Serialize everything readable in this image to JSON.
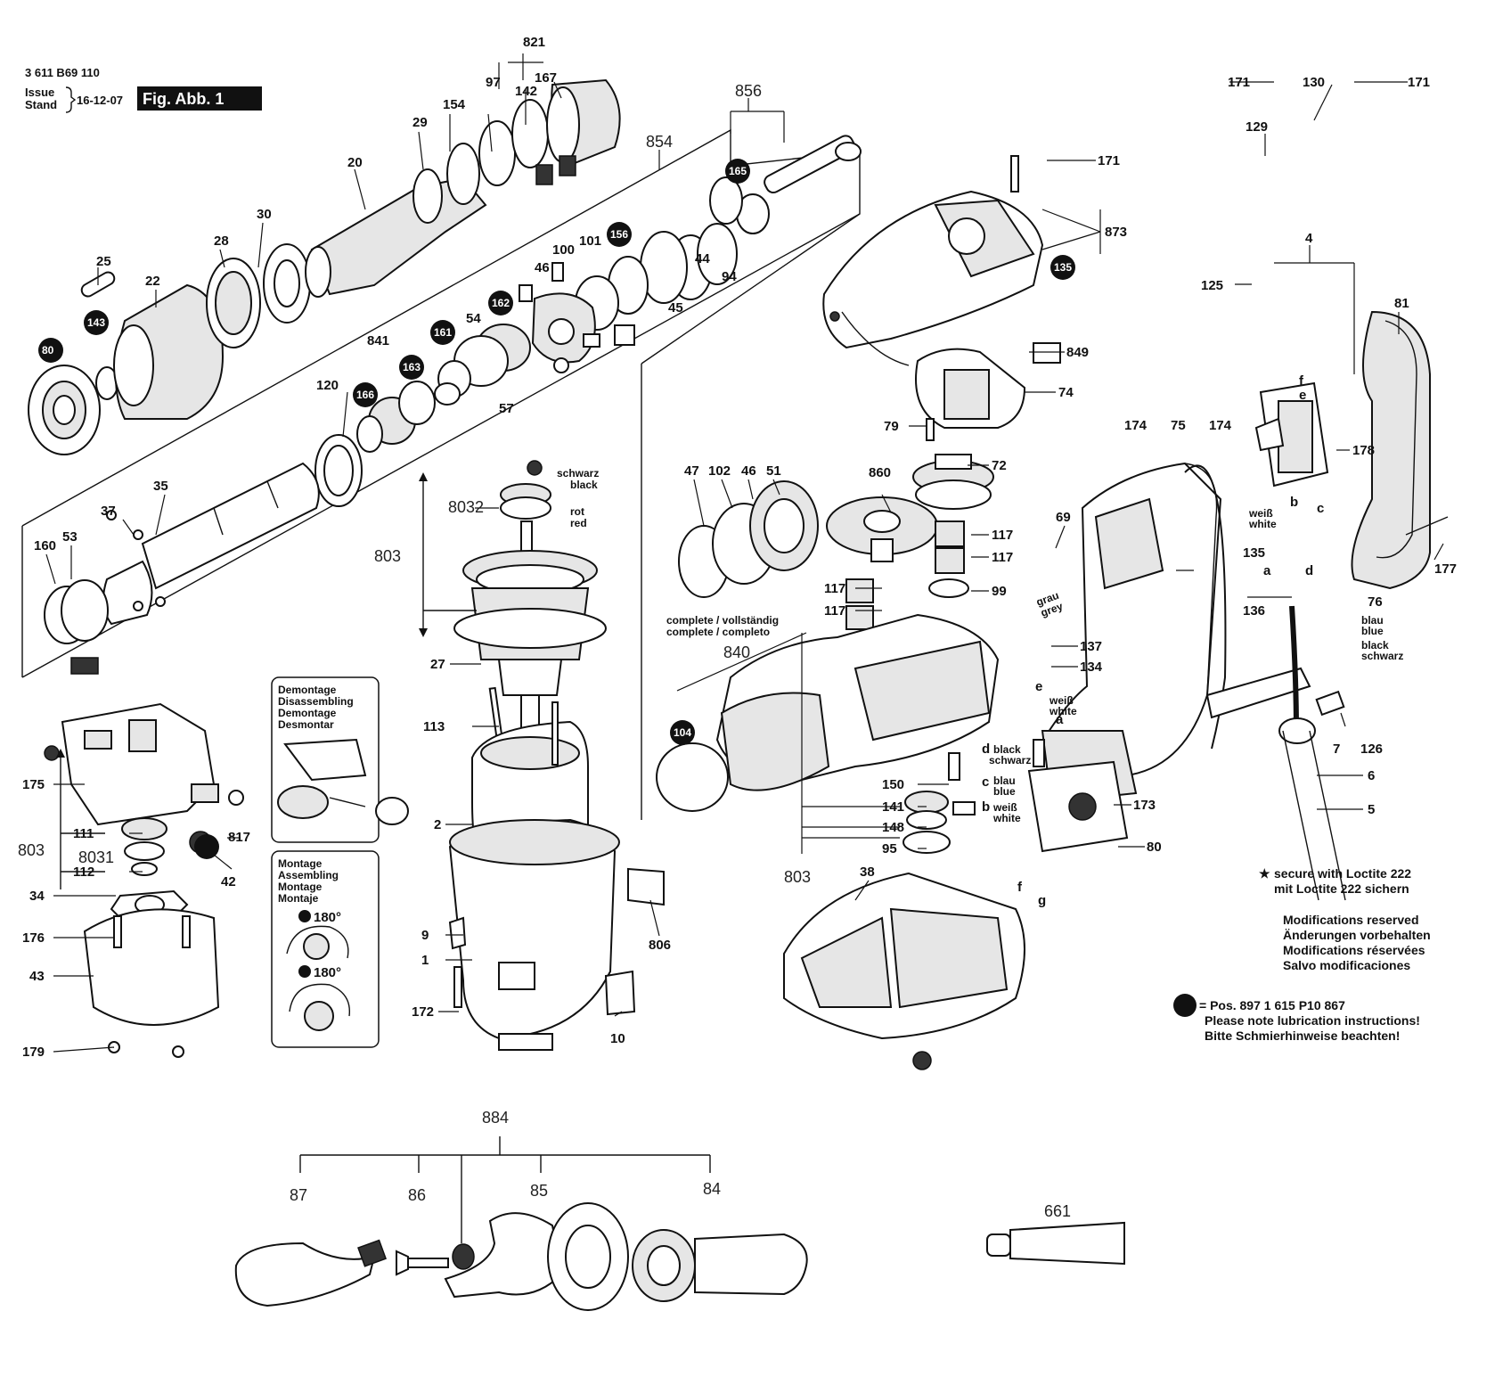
{
  "header": {
    "doc_number": "3 611 B69 110",
    "issue_label_1": "Issue",
    "issue_label_2": "Stand",
    "issue_date": "16-12-07",
    "fig_label": "Fig. Abb. 1"
  },
  "labels": {
    "p821": "821",
    "p167": "167",
    "p97": "97",
    "p142": "142",
    "p154": "154",
    "p29": "29",
    "p20": "20",
    "p30": "30",
    "p28": "28",
    "p25": "25",
    "p22": "22",
    "p143": "143",
    "p80": "80",
    "p856": "856",
    "p854": "854",
    "p165": "165",
    "p156": "156",
    "p100": "100",
    "p101": "101",
    "p46a": "46",
    "p44": "44",
    "p94": "94",
    "p45": "45",
    "p54": "54",
    "p162": "162",
    "p161": "161",
    "p841": "841",
    "p163": "163",
    "p166": "166",
    "p57": "57",
    "p120": "120",
    "p35": "35",
    "p37": "37",
    "p53": "53",
    "p160": "160",
    "p171a": "171",
    "p130": "130",
    "p171b": "171",
    "p129": "129",
    "p171c": "171",
    "p873": "873",
    "p125": "125",
    "p135a": "135",
    "p849": "849",
    "p74": "74",
    "p79": "79",
    "p81": "81",
    "p4": "4",
    "p178": "178",
    "p177": "177",
    "p174a": "174",
    "p75": "75",
    "p174b": "174",
    "p72": "72",
    "p860": "860",
    "p117a": "117",
    "p117b": "117",
    "p117c": "117",
    "p117d": "117",
    "p99": "99",
    "p47": "47",
    "p102": "102",
    "p46b": "46",
    "p51": "51",
    "p69": "69",
    "p135b": "135",
    "p136": "136",
    "p76": "76",
    "p137": "137",
    "p134": "134",
    "p104": "104",
    "p150": "150",
    "p141": "141",
    "p148": "148",
    "p95": "95",
    "p173": "173",
    "p80b": "80",
    "p7": "7",
    "p126": "126",
    "p6": "6",
    "p5": "5",
    "p38": "38",
    "p8032": "8032",
    "p803a": "803",
    "p27": "27",
    "p113": "113",
    "p2": "2",
    "p9": "9",
    "p1": "1",
    "p172": "172",
    "p10": "10",
    "p806": "806",
    "p175": "175",
    "p803b": "803",
    "p111": "111",
    "p8031": "8031",
    "p112": "112",
    "p817": "817",
    "p42": "42",
    "p34": "34",
    "p176": "176",
    "p43": "43",
    "p179": "179",
    "p803c": "803",
    "p840": "840",
    "p884": "884",
    "p87": "87",
    "p86": "86",
    "p85": "85",
    "p84": "84",
    "p661": "661"
  },
  "connector_letters": {
    "a1": "a",
    "b1": "b",
    "c1": "c",
    "d1": "d",
    "e1": "e",
    "f1": "f",
    "a2": "a",
    "b2": "b",
    "c2": "c",
    "d2": "d",
    "e2": "e",
    "f2": "f",
    "g2": "g"
  },
  "wire_labels": {
    "schwarz": "schwarz",
    "black": "black",
    "rot": "rot",
    "red": "red",
    "weiss": "weiß",
    "white": "white",
    "blau": "blau",
    "blue": "blue",
    "black2": "black",
    "schwarz2": "schwarz",
    "weiss_l": "weiß",
    "white_l": "white",
    "black_l": "black",
    "schwarz_l": "schwarz",
    "blau_l": "blau",
    "blue_l": "blue",
    "weiss_l2": "weiß",
    "white_l2": "white",
    "grau_l": "grau",
    "grey_l": "grey"
  },
  "complete_label": {
    "line1": "complete / vollständig",
    "line2": "complete / completo"
  },
  "disassembly_box": {
    "line1": "Demontage",
    "line2": "Disassembling",
    "line3": "Demontage",
    "line4": "Desmontar"
  },
  "assembly_box": {
    "line1": "Montage",
    "line2": "Assembling",
    "line3": "Montage",
    "line4": "Montaje",
    "angle1": "180°",
    "angle2": "180°"
  },
  "notes": {
    "loctite_1": "secure with Loctite 222",
    "loctite_2": "mit Loctite 222 sichern",
    "mod_1": "Modifications reserved",
    "mod_2": "Änderungen vorbehalten",
    "mod_3": "Modifications réservées",
    "mod_4": "Salvo modificaciones",
    "lube_1": "= Pos. 897   1 615 P10 867",
    "lube_2": "Please note lubrication instructions!",
    "lube_3": "Bitte Schmierhinweise beachten!"
  },
  "colors": {
    "ink": "#111111",
    "paper": "#ffffff",
    "badge": "#111111"
  }
}
